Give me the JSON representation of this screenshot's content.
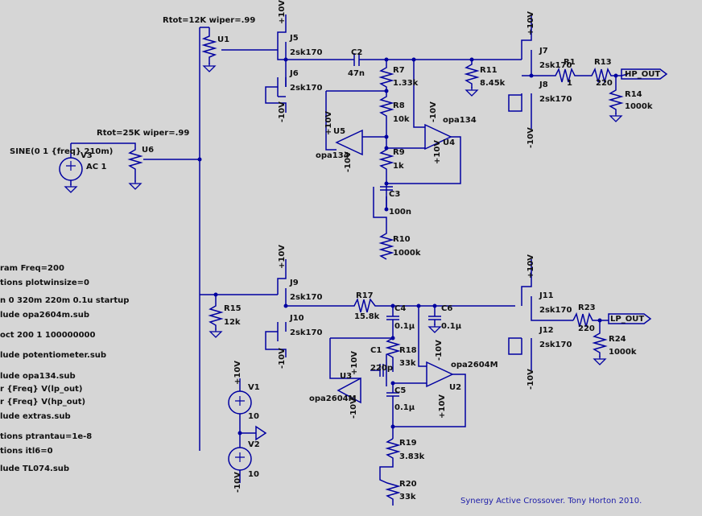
{
  "title": "Synergy Active Crossover. Tony Horton 2010.",
  "supply_pos": "+10V",
  "supply_neg": "-10V",
  "source": {
    "name": "V3",
    "expr": "SINE(0 1 {freq} 210m)",
    "ac": "AC 1"
  },
  "pots": [
    {
      "name": "U1",
      "param": "Rtot=12K wiper=.99"
    },
    {
      "name": "U6",
      "param": "Rtot=25K wiper=.99"
    }
  ],
  "jfets": {
    "model": "2sk170",
    "names": [
      "J5",
      "J6",
      "J7",
      "J8",
      "J9",
      "J10",
      "J11",
      "J12"
    ]
  },
  "resistors": [
    {
      "name": "R7",
      "value": "1.33k"
    },
    {
      "name": "R8",
      "value": "10k"
    },
    {
      "name": "R9",
      "value": "1k"
    },
    {
      "name": "R10",
      "value": "1000k"
    },
    {
      "name": "R11",
      "value": "8.45k"
    },
    {
      "name": "R1",
      "value": "1"
    },
    {
      "name": "R13",
      "value": "220"
    },
    {
      "name": "R14",
      "value": "1000k"
    },
    {
      "name": "R15",
      "value": "12k"
    },
    {
      "name": "R17",
      "value": "15.8k"
    },
    {
      "name": "R18",
      "value": "33k"
    },
    {
      "name": "R19",
      "value": "3.83k"
    },
    {
      "name": "R20",
      "value": "33k"
    },
    {
      "name": "R23",
      "value": "220"
    },
    {
      "name": "R24",
      "value": "1000k"
    }
  ],
  "capacitors": [
    {
      "name": "C2",
      "value": "47n"
    },
    {
      "name": "C3",
      "value": "100n"
    },
    {
      "name": "C4",
      "value": "0.1µ"
    },
    {
      "name": "C6",
      "value": "0.1µ"
    },
    {
      "name": "C1",
      "value": "220p"
    },
    {
      "name": "C5",
      "value": "0.1µ"
    }
  ],
  "opamps": [
    {
      "name": "U5",
      "model": "opa134"
    },
    {
      "name": "U4",
      "model": "opa134"
    },
    {
      "name": "U3",
      "model": "opa2604M"
    },
    {
      "name": "U2",
      "model": "opa2604M"
    }
  ],
  "supplies": [
    {
      "name": "V1",
      "value": "10"
    },
    {
      "name": "V2",
      "value": "10"
    }
  ],
  "outputs": {
    "hp": "HP_OUT",
    "lp": "LP_OUT"
  },
  "directives": [
    "ram Freq=200",
    "tions plotwinsize=0",
    "n 0 320m 220m 0.1u startup",
    "lude opa2604m.sub",
    "oct 200 1 100000000",
    "lude potentiometer.sub",
    "lude opa134.sub",
    "r {Freq} V(lp_out)",
    "r {Freq} V(hp_out)",
    "lude extras.sub",
    "tions ptrantau=1e-8",
    "tions itl6=0",
    "lude TL074.sub"
  ]
}
